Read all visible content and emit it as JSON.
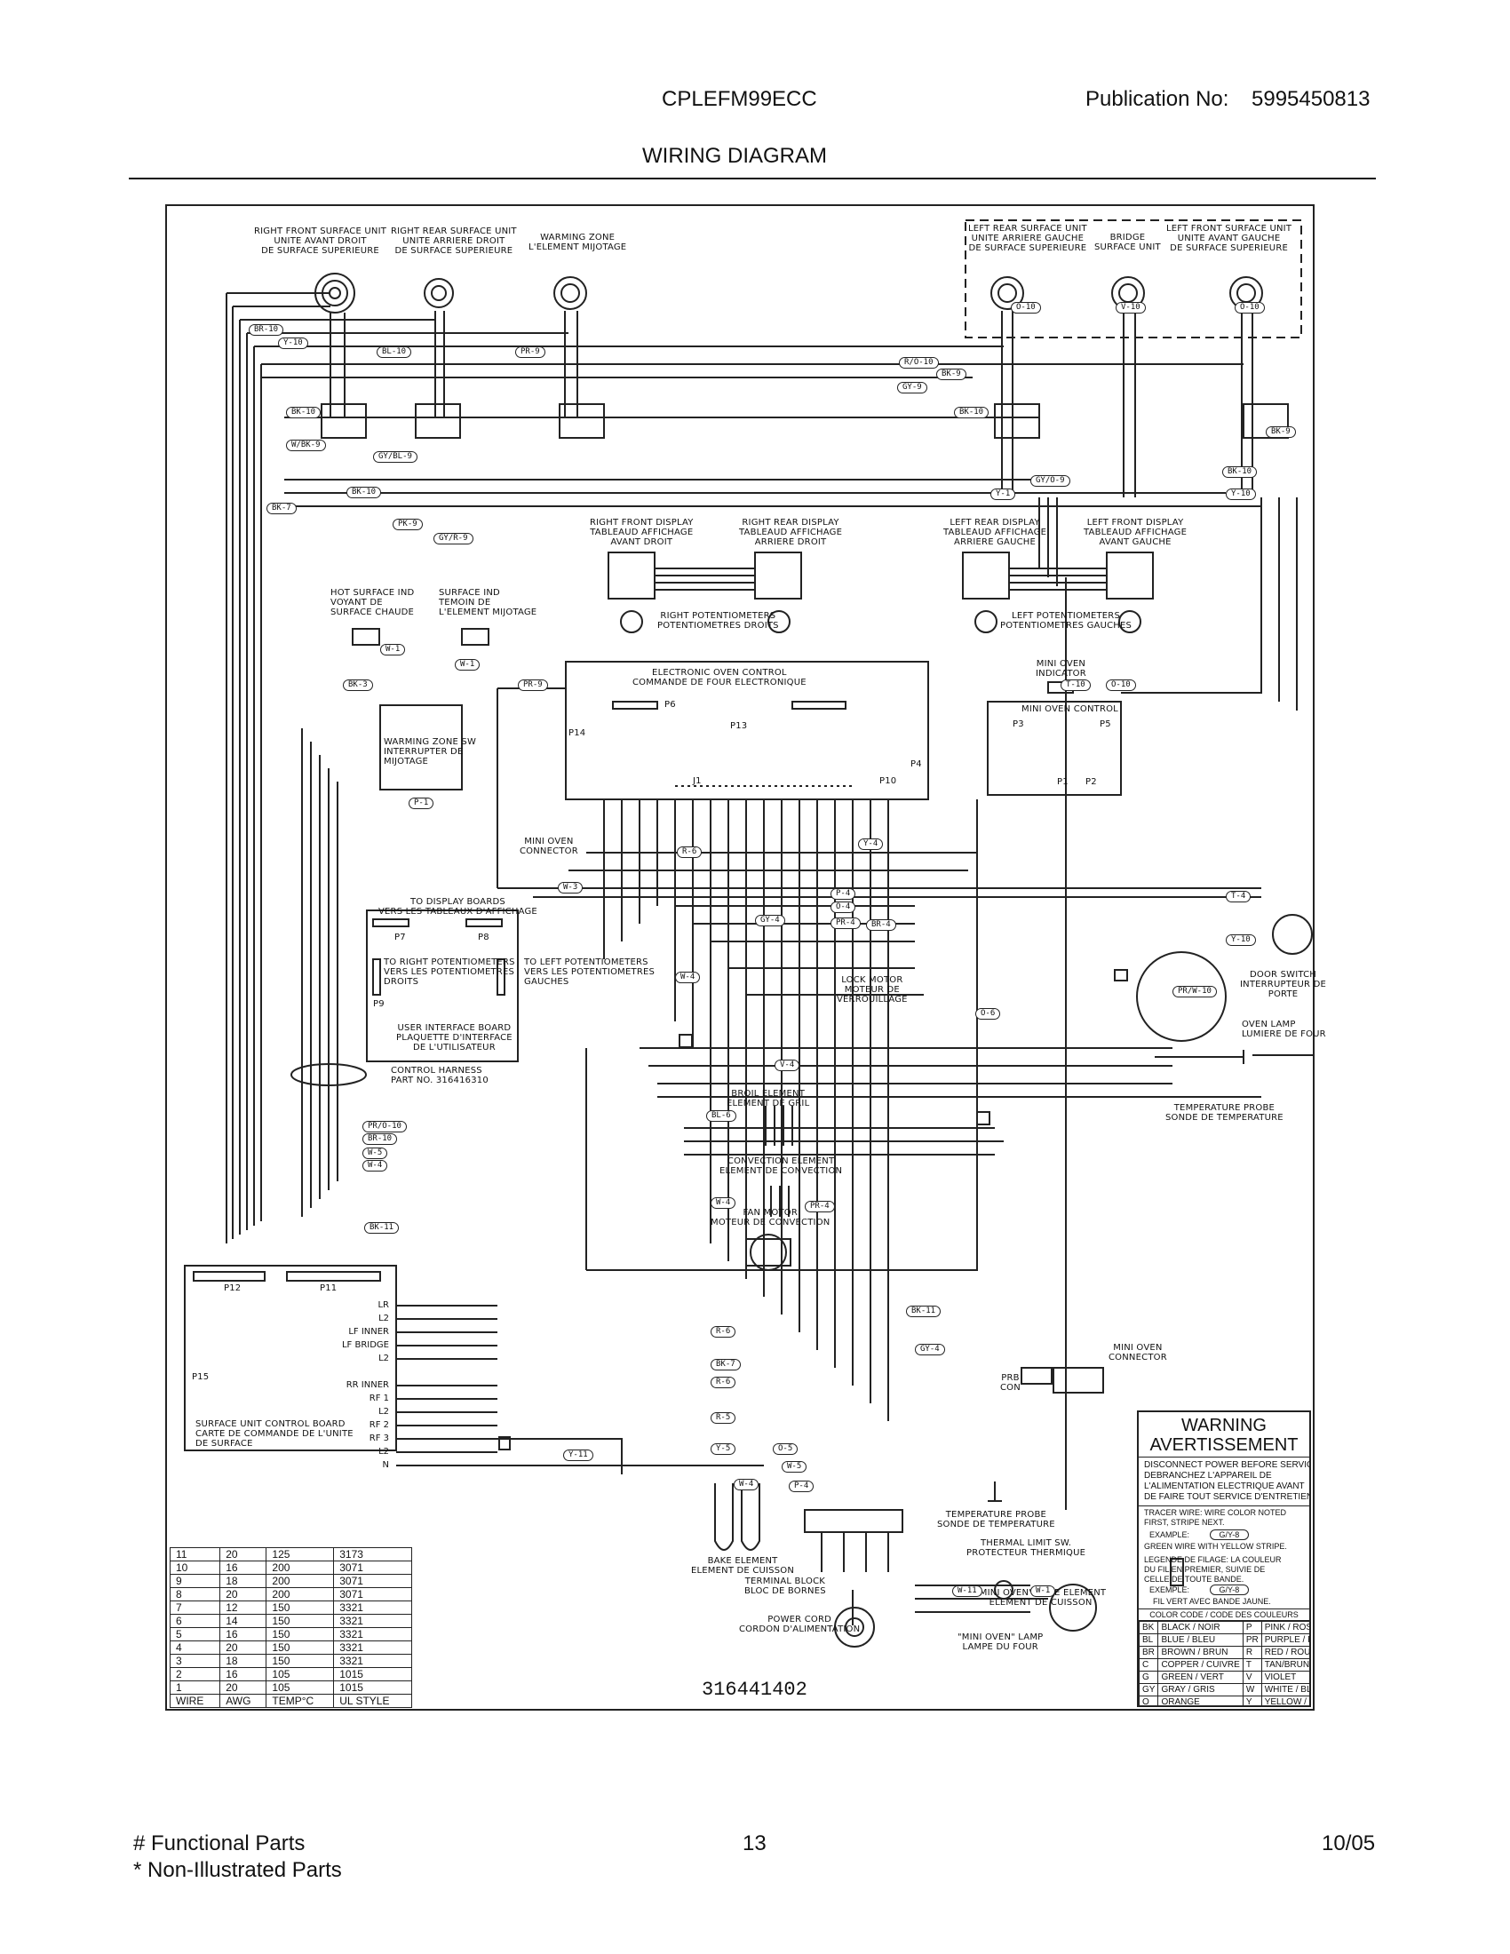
{
  "header": {
    "model": "CPLEFM99ECC",
    "publication_label": "Publication No:",
    "publication_number": "5995450813",
    "title": "WIRING DIAGRAM"
  },
  "footer": {
    "functional_parts": "# Functional Parts",
    "non_illustrated": "* Non-Illustrated Parts",
    "page": "13",
    "date": "10/05"
  },
  "diagram": {
    "part_number": "316441402",
    "labels": {
      "rf_unit": "RIGHT FRONT SURFACE UNIT\nUNITE AVANT DROIT\nDE SURFACE SUPERIEURE",
      "rr_unit": "RIGHT REAR SURFACE UNIT\nUNITE ARRIERE DROIT\nDE SURFACE SUPERIEURE",
      "warming_zone": "WARMING ZONE\nL'ELEMENT MIJOTAGE",
      "lr_unit": "LEFT REAR SURFACE UNIT\nUNITE ARRIERE GAUCHE\nDE SURFACE SUPERIEURE",
      "bridge": "BRIDGE\nSURFACE UNIT",
      "lf_unit": "LEFT FRONT SURFACE UNIT\nUNITE AVANT GAUCHE\nDE SURFACE SUPERIEURE",
      "rf_display": "RIGHT FRONT DISPLAY\nTABLEAUD AFFICHAGE\nAVANT DROIT",
      "rr_display": "RIGHT REAR DISPLAY\nTABLEAUD AFFICHAGE\nARRIERE DROIT",
      "lr_display": "LEFT REAR DISPLAY\nTABLEAUD AFFICHAGE\nARRIERE GAUCHE",
      "lf_display": "LEFT FRONT DISPLAY\nTABLEAUD AFFICHAGE\nAVANT GAUCHE",
      "hot_surface": "HOT SURFACE IND\nVOYANT DE\nSURFACE CHAUDE",
      "surface_ind": "SURFACE IND\nTEMOIN DE\nL'ELEMENT MIJOTAGE",
      "right_pots": "RIGHT POTENTIOMETERS\nPOTENTIOMETRES DROITS",
      "left_pots": "LEFT POTENTIOMETERS\nPOTENTIOMETRES GAUCHES",
      "eoc": "ELECTRONIC OVEN CONTROL\nCOMMANDE DE FOUR ELECTRONIQUE",
      "mini_oven_indicator": "MINI OVEN\nINDICATOR",
      "mini_oven_control": "MINI OVEN CONTROL",
      "warming_sw": "WARMING ZONE SW\nINTERRUPTER DE\nMIJOTAGE",
      "mini_oven_connector": "MINI OVEN\nCONNECTOR",
      "lock_motor": "LOCK MOTOR\nMOTEUR DE\nVERROUILLAGE",
      "door_switch": "DOOR SWITCH\nINTERRUPTEUR DE\nPORTE",
      "oven_lamp": "OVEN LAMP\nLUMIERE DE FOUR",
      "temp_probe": "TEMPERATURE PROBE\nSONDE DE TEMPERATURE",
      "ui_board": "USER INTERFACE BOARD\nPLAQUETTE D'INTERFACE\nDE L'UTILISATEUR",
      "control_harness": "CONTROL HARNESS\nPART NO. 316416310",
      "broil": "BROIL ELEMENT\nELEMENT DE GRIL",
      "convection": "CONVECTION ELEMENT\nELEMENT DE CONVECTION",
      "fan_motor": "FAN MOTOR\nMOTEUR DE CONVECTION",
      "bake": "BAKE ELEMENT\nELEMENT DE CUISSON",
      "terminal_block": "TERMINAL BLOCK\nBLOC DE BORNES",
      "power_cord": "POWER CORD\nCORDON D'ALIMENTATION",
      "temp_probe2": "TEMPERATURE PROBE\nSONDE DE TEMPERATURE",
      "thermal_limit": "THERMAL LIMIT SW.\nPROTECTEUR THERMIQUE",
      "mini_bake": "\"MINI OVEN\" BAKE ELEMENT\nELEMENT DE CUISSON",
      "mini_lamp": "\"MINI OVEN\" LAMP\nLAMPE DU FOUR",
      "mini_connector2": "MINI OVEN\nCONNECTOR",
      "prb_con": "PRB\nCON",
      "sucb": "SURFACE UNIT CONTROL BOARD\nCARTE DE COMMANDE DE L'UNITE\nDE SURFACE",
      "to_display": "TO DISPLAY BOARDS\nVERS LES TABLEAUX D'AFFICHAGE",
      "to_right_pots": "TO RIGHT POTENTIOMETERS\nVERS LES POTENTIOMETRES\nDROITS",
      "to_left_pots": "TO LEFT POTENTIOMETERS\nVERS LES POTENTIOMETRES\nGAUCHES"
    },
    "wire_tags": [
      "BR-10",
      "Y-10",
      "BL-10",
      "PR-9",
      "BK-10",
      "W/BK-9",
      "GY/BL-9",
      "BK-10",
      "BK-7",
      "PK-9",
      "GY/R-9",
      "W-1",
      "BK-3",
      "W-1",
      "PR-9",
      "P-1",
      "W-3",
      "R-6",
      "Y-4",
      "P-4",
      "O-4",
      "GY-4",
      "PR-4",
      "BR-4",
      "V-4",
      "W-4",
      "O-6",
      "BL-6",
      "W-4",
      "PR-4",
      "BK-11",
      "R-6",
      "BK-7",
      "R-6",
      "R-5",
      "Y-5",
      "O-5",
      "W-5",
      "W-4",
      "P-4",
      "GY-4",
      "T-4",
      "Y-10",
      "PR/W-10",
      "O-10",
      "V-10",
      "O-10",
      "R/O-10",
      "BK-9",
      "GY-9",
      "BK-10",
      "BK-9",
      "GY/O-9",
      "BK-10",
      "Y-1",
      "Y-10",
      "T-10",
      "O-10",
      "PR/O-10",
      "BR-10",
      "W-5",
      "W-4",
      "BK-11",
      "Y-11",
      "W-11",
      "W-1"
    ],
    "bus_labels_left": [
      "LR",
      "L2",
      "LF INNER",
      "LF BRIDGE",
      "L2",
      "RR INNER",
      "RF 1",
      "L2",
      "RF 2",
      "RF 3",
      "L2",
      "N"
    ],
    "connectors": [
      "P12",
      "P11",
      "P15",
      "P14",
      "P13",
      "P6",
      "P7",
      "P8",
      "P9",
      "P10",
      "J1",
      "P1",
      "P2",
      "P3",
      "P4",
      "P5"
    ]
  },
  "wire_table": {
    "rows": [
      [
        "11",
        "20",
        "125",
        "3173"
      ],
      [
        "10",
        "16",
        "200",
        "3071"
      ],
      [
        "9",
        "18",
        "200",
        "3071"
      ],
      [
        "8",
        "20",
        "200",
        "3071"
      ],
      [
        "7",
        "12",
        "150",
        "3321"
      ],
      [
        "6",
        "14",
        "150",
        "3321"
      ],
      [
        "5",
        "16",
        "150",
        "3321"
      ],
      [
        "4",
        "20",
        "150",
        "3321"
      ],
      [
        "3",
        "18",
        "150",
        "3321"
      ],
      [
        "2",
        "16",
        "105",
        "1015"
      ],
      [
        "1",
        "20",
        "105",
        "1015"
      ]
    ],
    "headers": [
      "WIRE",
      "AWG",
      "TEMP°C",
      "UL STYLE"
    ]
  },
  "warning_box": {
    "title": "WARNING",
    "title_fr": "AVERTISSEMENT",
    "disconnect": "DISCONNECT POWER BEFORE SERVICING\nDEBRANCHEZ L'APPAREIL DE\nL'ALIMENTATION ELECTRIQUE AVANT\nDE FAIRE TOUT SERVICE D'ENTRETIEN",
    "tracer": "TRACER WIRE: WIRE COLOR NOTED\nFIRST, STRIPE NEXT.",
    "example_label": "EXAMPLE:",
    "example_tag_en": "G/Y-8",
    "example_note_en": "GREEN WIRE WITH YELLOW STRIPE.",
    "legend_fr": "LEGENDE DE FILAGE: LA COULEUR\nDU FIL EN PREMIER, SUIVIE DE\nCELLE DE TOUTE BANDE.",
    "example_label_fr": "EXEMPLE:",
    "example_tag_fr": "G/Y-8",
    "example_note_fr": "FIL VERT AVEC BANDE JAUNE.",
    "color_code_title": "COLOR CODE / CODE DES COULEURS",
    "color_codes": [
      [
        "BK",
        "BLACK / NOIR",
        "P",
        "PINK / ROSE"
      ],
      [
        "BL",
        "BLUE / BLEU",
        "PR",
        "PURPLE / POURPRE"
      ],
      [
        "BR",
        "BROWN / BRUN",
        "R",
        "RED / ROUGE"
      ],
      [
        "C",
        "COPPER / CUIVRE",
        "T",
        "TAN/BRUN CLAIR"
      ],
      [
        "G",
        "GREEN / VERT",
        "V",
        "VIOLET"
      ],
      [
        "GY",
        "GRAY / GRIS",
        "W",
        "WHITE / BLANC"
      ],
      [
        "O",
        "ORANGE",
        "Y",
        "YELLOW / JAUNE"
      ]
    ]
  }
}
